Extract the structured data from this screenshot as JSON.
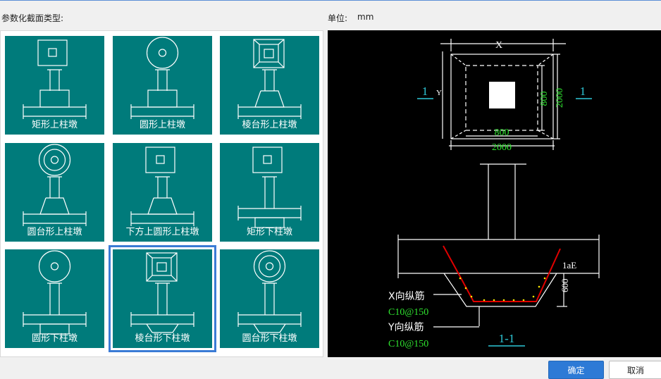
{
  "dialog": {
    "section_label": "参数化截面类型:",
    "unit_label": "单位:",
    "unit_value": "mm",
    "ok_label": "确定",
    "cancel_label": "取消"
  },
  "tiles": [
    {
      "caption": "矩形上柱墩",
      "top": "square",
      "base": "rect",
      "position": "upper"
    },
    {
      "caption": "圆形上柱墩",
      "top": "circle",
      "base": "rect",
      "position": "upper"
    },
    {
      "caption": "棱台形上柱墩",
      "top": "frustum",
      "base": "trap",
      "position": "upper"
    },
    {
      "caption": "圆台形上柱墩",
      "top": "ring",
      "base": "trap",
      "position": "upper"
    },
    {
      "caption": "下方上圆形上柱墩",
      "top": "square",
      "base": "trap",
      "position": "upper"
    },
    {
      "caption": "矩形下柱墩",
      "top": "square",
      "base": "rect",
      "position": "lower"
    },
    {
      "caption": "圆形下柱墩",
      "top": "circle",
      "base": "rect",
      "position": "lower"
    },
    {
      "caption": "棱台形下柱墩",
      "top": "frustum",
      "base": "trap",
      "position": "lower",
      "selected": true
    },
    {
      "caption": "圆台形下柱墩",
      "top": "ring",
      "base": "trap",
      "position": "lower"
    }
  ],
  "preview": {
    "dim_x": "X",
    "dim_y": "Y",
    "inner_width": "800",
    "outer_width": "2000",
    "inner_height": "800",
    "outer_height": "2000",
    "section_mark_left": "1",
    "section_mark_right": "1",
    "anchor_label": "1aE",
    "depth_label": "600",
    "x_rebar_label": "X向纵筋",
    "x_rebar_spec": "C10@150",
    "y_rebar_label": "Y向纵筋",
    "y_rebar_spec": "C10@150",
    "section_title": "1-1"
  }
}
